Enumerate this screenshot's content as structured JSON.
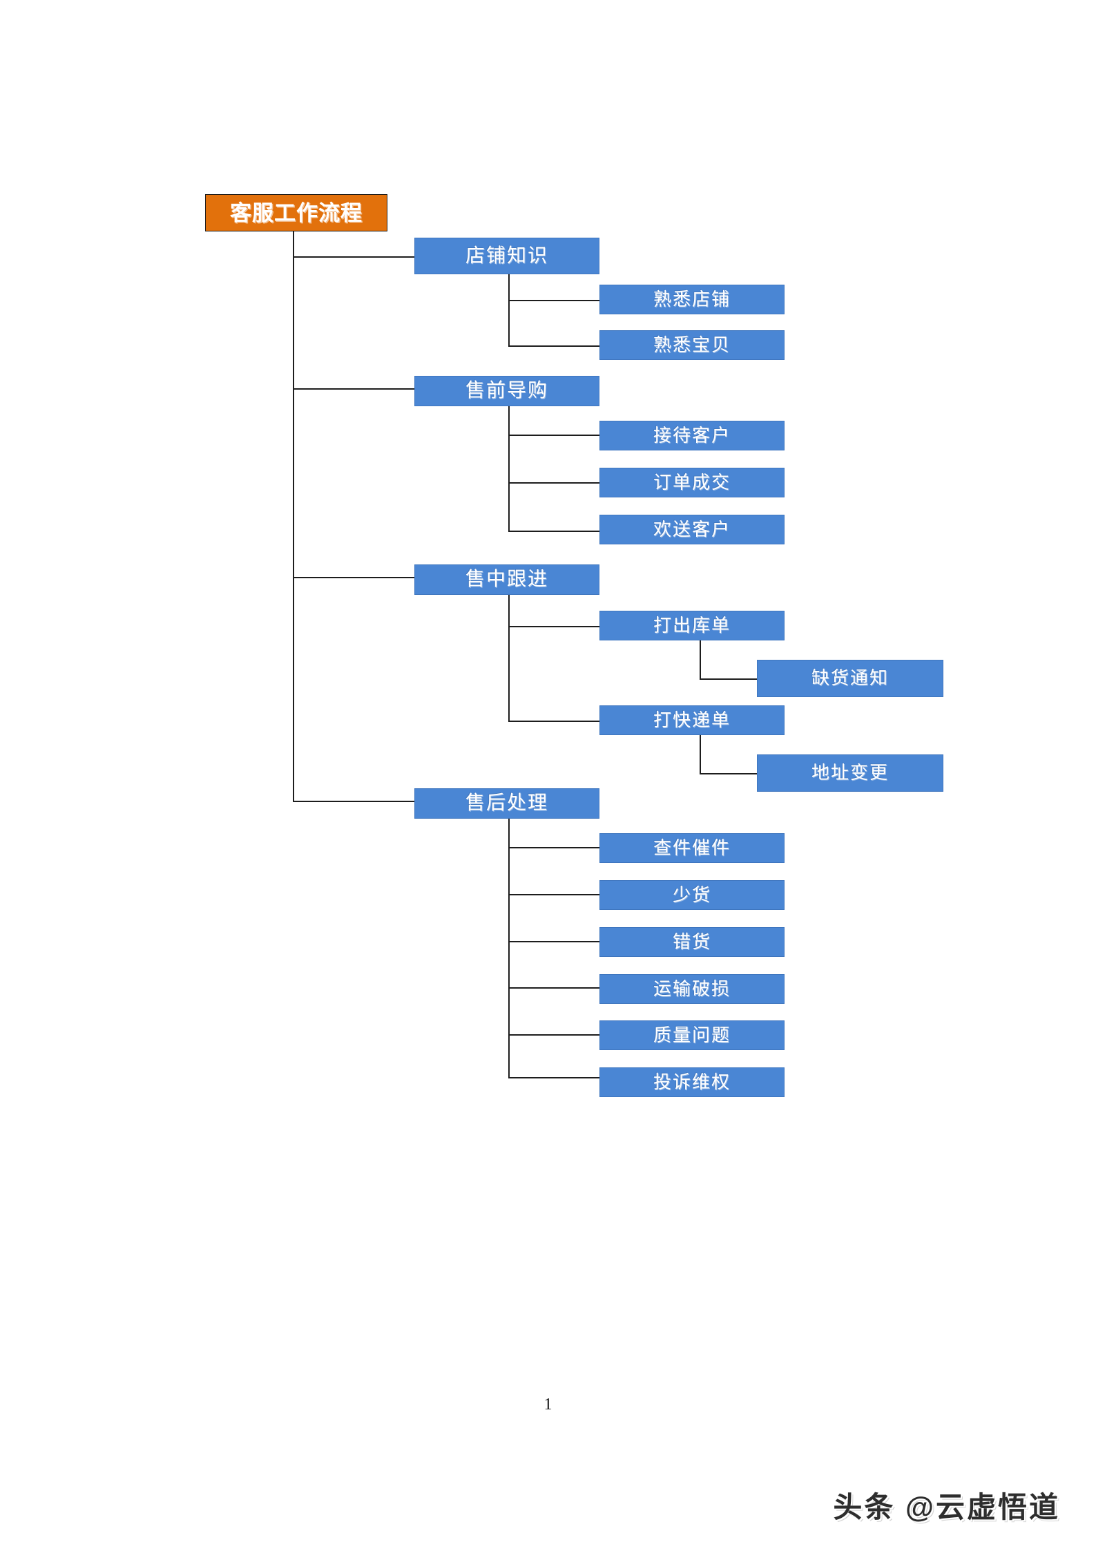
{
  "document": {
    "page_number": "1",
    "watermark": "头条 @云虚悟道"
  },
  "colors": {
    "root_fill": "#e2710c",
    "node_fill": "#4a86d4",
    "node_border": "#3f76bf",
    "connector": "#1d1d1d",
    "text": "#ffffff",
    "page_background": "#ffffff"
  },
  "diagram": {
    "type": "org-tree",
    "title": "客服工作流程",
    "root": {
      "label": "客服工作流程",
      "level": 1
    },
    "branches": [
      {
        "label": "店铺知识",
        "level": 2,
        "children": [
          {
            "label": "熟悉店铺",
            "level": 3,
            "children": []
          },
          {
            "label": "熟悉宝贝",
            "level": 3,
            "children": []
          }
        ]
      },
      {
        "label": "售前导购",
        "level": 2,
        "children": [
          {
            "label": "接待客户",
            "level": 3,
            "children": []
          },
          {
            "label": "订单成交",
            "level": 3,
            "children": []
          },
          {
            "label": "欢送客户",
            "level": 3,
            "children": []
          }
        ]
      },
      {
        "label": "售中跟进",
        "level": 2,
        "children": [
          {
            "label": "打出库单",
            "level": 3,
            "children": [
              {
                "label": "缺货通知",
                "level": 4
              }
            ]
          },
          {
            "label": "打快递单",
            "level": 3,
            "children": [
              {
                "label": "地址变更",
                "level": 4
              }
            ]
          }
        ]
      },
      {
        "label": "售后处理",
        "level": 2,
        "children": [
          {
            "label": "查件催件",
            "level": 3,
            "children": []
          },
          {
            "label": "少货",
            "level": 3,
            "children": []
          },
          {
            "label": "错货",
            "level": 3,
            "children": []
          },
          {
            "label": "运输破损",
            "level": 3,
            "children": []
          },
          {
            "label": "质量问题",
            "level": 3,
            "children": []
          },
          {
            "label": "投诉维权",
            "level": 3,
            "children": []
          }
        ]
      }
    ]
  }
}
